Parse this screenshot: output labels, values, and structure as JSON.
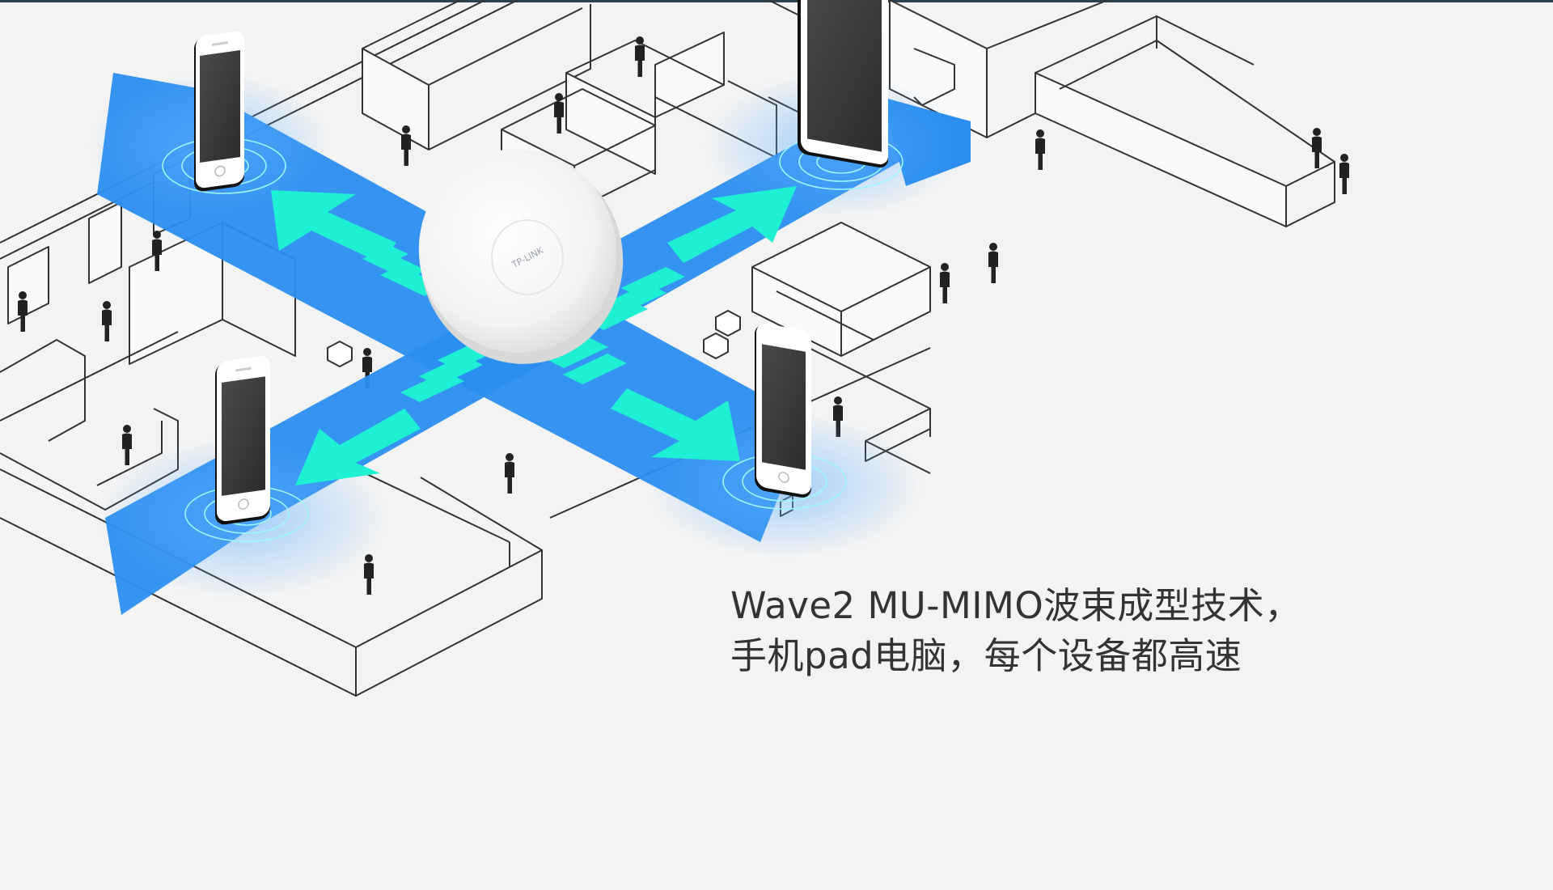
{
  "product": {
    "logo_text": "TP-LINK"
  },
  "caption": {
    "line1": "Wave2 MU-MIMO波束成型技术，",
    "line2": "手机pad电脑，每个设备都高速"
  },
  "colors": {
    "background": "#f3f3f3",
    "line_art": "#333333",
    "beam_blue": "#2a8ef0",
    "arrow_cyan": "#1ef0d4",
    "device_body": "#ffffff",
    "device_screen": "#3a3a3a",
    "caption_text": "#333333"
  },
  "icons": [
    "phone-icon",
    "tablet-icon",
    "wireless-access-point-icon",
    "person-icon",
    "arrow-icon",
    "signal-ripple-icon"
  ]
}
